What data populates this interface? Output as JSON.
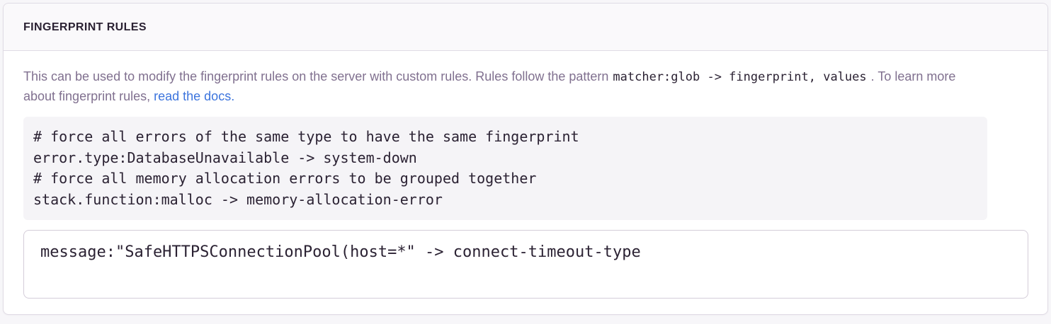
{
  "panel": {
    "title": "FINGERPRINT RULES"
  },
  "description": {
    "text_before": "This can be used to modify the fingerprint rules on the server with custom rules. Rules follow the pattern",
    "pattern_code": "matcher:glob -> fingerprint, values",
    "text_middle": ". To learn more about fingerprint rules,",
    "link_label": "read the docs",
    "text_after": "."
  },
  "example_block": {
    "lines": [
      "# force all errors of the same type to have the same fingerprint",
      "error.type:DatabaseUnavailable -> system-down",
      "# force all memory allocation errors to be grouped together",
      "stack.function:malloc -> memory-allocation-error"
    ]
  },
  "rules_input": {
    "value": "message:\"SafeHTTPSConnectionPool(host=*\" -> connect-timeout-type"
  },
  "colors": {
    "page_bg": "#f7f6f9",
    "card_border": "#e0dce5",
    "header_bg": "#faf9fb",
    "title": "#2b2233",
    "body_text": "#80708f",
    "link": "#3c74dd",
    "code_text": "#2b2233",
    "example_bg": "#f5f4f7",
    "input_border": "#d4cdd9"
  }
}
